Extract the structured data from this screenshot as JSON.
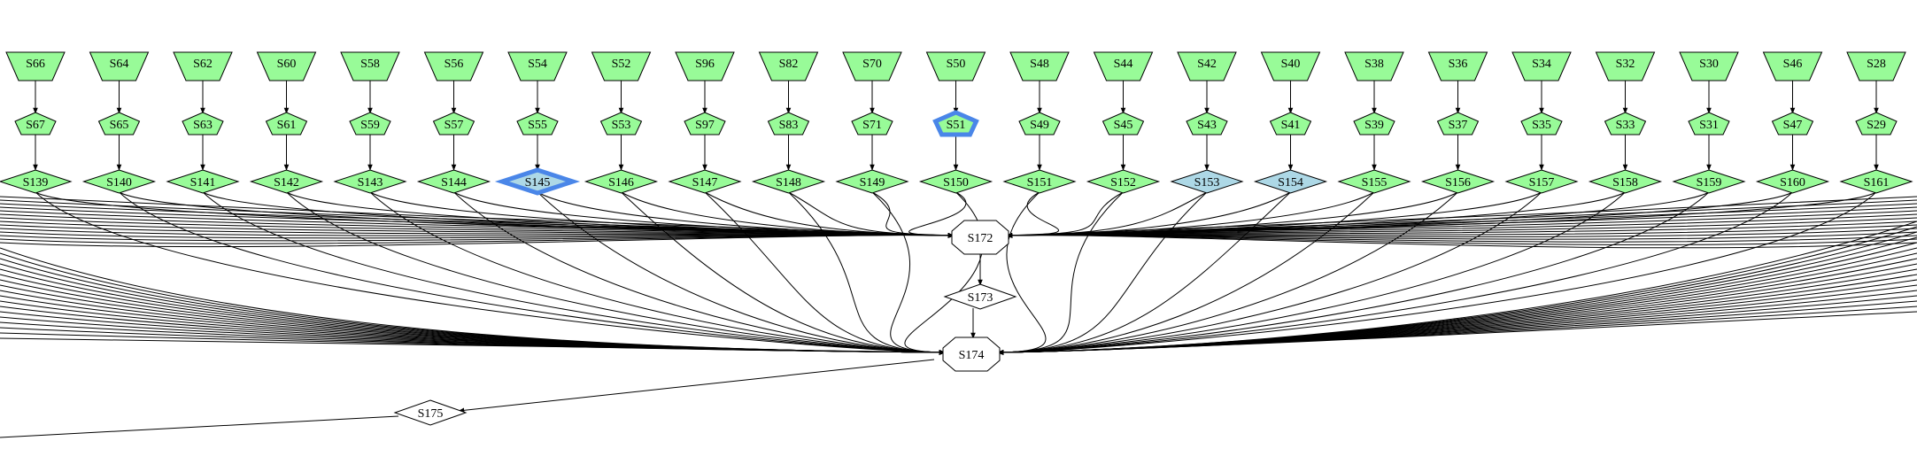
{
  "colors": {
    "green": "#98fb98",
    "blue": "#add8e6",
    "highlight": "#4a86e8",
    "white": "#ffffff",
    "line": "#000000"
  },
  "graph": {
    "columns": [
      {
        "top": "S66",
        "mid": "S67",
        "bot": "S139"
      },
      {
        "top": "S64",
        "mid": "S65",
        "bot": "S140"
      },
      {
        "top": "S62",
        "mid": "S63",
        "bot": "S141"
      },
      {
        "top": "S60",
        "mid": "S61",
        "bot": "S142"
      },
      {
        "top": "S58",
        "mid": "S59",
        "bot": "S143"
      },
      {
        "top": "S56",
        "mid": "S57",
        "bot": "S144"
      },
      {
        "top": "S54",
        "mid": "S55",
        "bot": "S145",
        "bot_fill": "blue",
        "bot_highlight": true
      },
      {
        "top": "S52",
        "mid": "S53",
        "bot": "S146"
      },
      {
        "top": "S96",
        "mid": "S97",
        "bot": "S147"
      },
      {
        "top": "S82",
        "mid": "S83",
        "bot": "S148"
      },
      {
        "top": "S70",
        "mid": "S71",
        "bot": "S149"
      },
      {
        "top": "S50",
        "mid": "S51",
        "bot": "S150",
        "mid_highlight": true
      },
      {
        "top": "S48",
        "mid": "S49",
        "bot": "S151"
      },
      {
        "top": "S44",
        "mid": "S45",
        "bot": "S152"
      },
      {
        "top": "S42",
        "mid": "S43",
        "bot": "S153",
        "bot_fill": "blue"
      },
      {
        "top": "S40",
        "mid": "S41",
        "bot": "S154",
        "bot_fill": "blue"
      },
      {
        "top": "S38",
        "mid": "S39",
        "bot": "S155"
      },
      {
        "top": "S36",
        "mid": "S37",
        "bot": "S156"
      },
      {
        "top": "S34",
        "mid": "S35",
        "bot": "S157"
      },
      {
        "top": "S32",
        "mid": "S33",
        "bot": "S158"
      },
      {
        "top": "S30",
        "mid": "S31",
        "bot": "S159"
      },
      {
        "top": "S46",
        "mid": "S47",
        "bot": "S160"
      },
      {
        "top": "S28",
        "mid": "S29",
        "bot": "S161"
      }
    ],
    "center": {
      "n172": "S172",
      "n173": "S173",
      "n174": "S174",
      "n175": "S175"
    }
  }
}
